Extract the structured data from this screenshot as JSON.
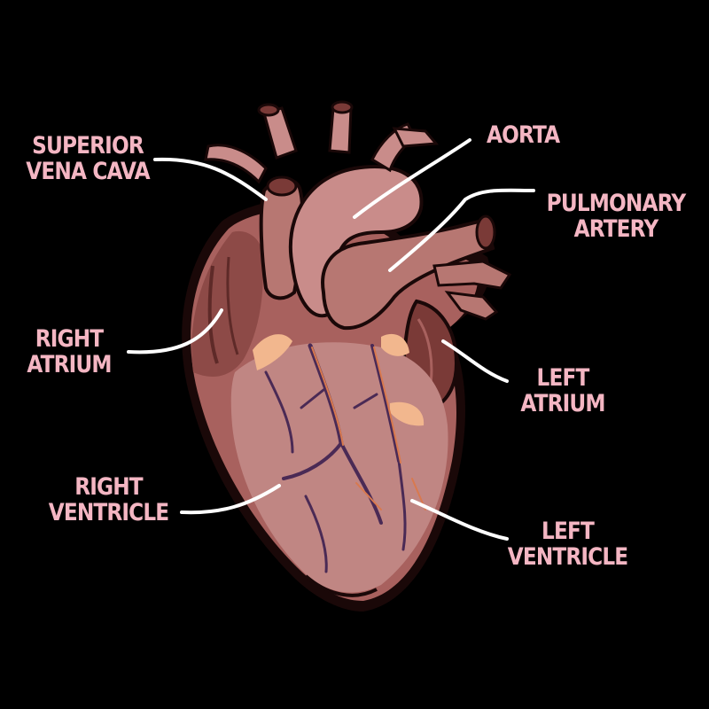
{
  "colors": {
    "background": "#000000",
    "label_text": "#f4b6c3",
    "leader_line": "#ffffff",
    "heart_dark": "#7a3a37",
    "heart_mid": "#a8615e",
    "heart_light": "#c98c8a",
    "heart_highlight": "#e0aaa6",
    "fat": "#f2b78e",
    "vein": "#4a2a55",
    "outline": "#1a0808"
  },
  "labels": {
    "superior_vena_cava": {
      "line1": "SUPERIOR",
      "line2": "VENA CAVA"
    },
    "aorta": {
      "line1": "AORTA"
    },
    "pulmonary_artery": {
      "line1": "PULMONARY",
      "line2": "ARTERY"
    },
    "right_atrium": {
      "line1": "RIGHT",
      "line2": "ATRIUM"
    },
    "left_atrium": {
      "line1": "LEFT",
      "line2": "ATRIUM"
    },
    "right_ventricle": {
      "line1": "RIGHT",
      "line2": "VENTRICLE"
    },
    "left_ventricle": {
      "line1": "LEFT",
      "line2": "VENTRICLE"
    }
  }
}
